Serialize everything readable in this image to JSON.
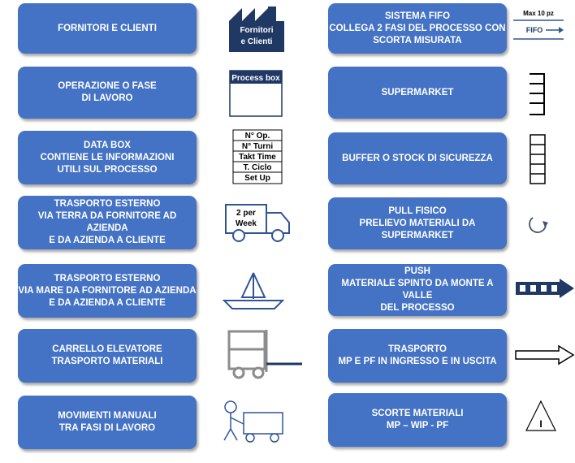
{
  "colors": {
    "box_fill": "#4472c4",
    "icon_navy": "#1f3864",
    "icon_blue": "#2f5597"
  },
  "left_column": [
    {
      "lines": [
        "FORNITORI E CLIENTI"
      ],
      "icon": "factory-icon",
      "icon_text": [
        "Fornitori",
        "e Clienti"
      ]
    },
    {
      "lines": [
        "OPERAZIONE O FASE",
        "DI LAVORO"
      ],
      "icon": "process-box-icon",
      "icon_text": [
        "Process box"
      ]
    },
    {
      "lines": [
        "DATA BOX",
        "CONTIENE LE INFORMAZIONI",
        "UTILI SUL PROCESSO"
      ],
      "icon": "data-box-icon",
      "icon_text": [
        "N° Op.",
        "N° Turni",
        "Takt Time",
        "T. Ciclo",
        "Set Up"
      ]
    },
    {
      "lines": [
        "TRASPORTO ESTERNO",
        "VIA TERRA DA FORNITORE AD AZIENDA",
        "E DA AZIENDA A CLIENTE"
      ],
      "icon": "truck-icon",
      "icon_text": [
        "2 per",
        "Week"
      ]
    },
    {
      "lines": [
        "TRASPORTO ESTERNO",
        "VIA MARE DA FORNITORE AD AZIENDA",
        "E DA AZIENDA A CLIENTE"
      ],
      "icon": "ship-icon",
      "icon_text": []
    },
    {
      "lines": [
        "CARRELLO ELEVATORE",
        "TRASPORTO MATERIALI"
      ],
      "icon": "forklift-icon",
      "icon_text": []
    },
    {
      "lines": [
        "MOVIMENTI MANUALI",
        "TRA FASI DI LAVORO"
      ],
      "icon": "manual-cart-icon",
      "icon_text": []
    }
  ],
  "right_column": [
    {
      "lines": [
        "SISTEMA FIFO",
        "COLLEGA 2 FASI DEL PROCESSO CON",
        "SCORTA MISURATA"
      ],
      "icon": "fifo-lane-icon",
      "icon_text": [
        "Max 10 pz",
        "FIFO"
      ]
    },
    {
      "lines": [
        "SUPERMARKET"
      ],
      "icon": "supermarket-icon",
      "icon_text": []
    },
    {
      "lines": [
        "BUFFER O STOCK DI SICUREZZA"
      ],
      "icon": "buffer-stock-icon",
      "icon_text": []
    },
    {
      "lines": [
        "PULL FISICO",
        "PRELIEVO MATERIALI DA SUPERMARKET"
      ],
      "icon": "pull-arrow-icon",
      "icon_text": []
    },
    {
      "lines": [
        "PUSH",
        "MATERIALE SPINTO DA MONTE A VALLE",
        "DEL PROCESSO"
      ],
      "icon": "push-arrow-icon",
      "icon_text": []
    },
    {
      "lines": [
        "TRASPORTO",
        "MP E PF IN INGRESSO E IN USCITA"
      ],
      "icon": "transport-arrow-icon",
      "icon_text": []
    },
    {
      "lines": [
        "SCORTE MATERIALI",
        "MP – WIP -  PF"
      ],
      "icon": "inventory-triangle-icon",
      "icon_text": [
        "I"
      ]
    }
  ]
}
